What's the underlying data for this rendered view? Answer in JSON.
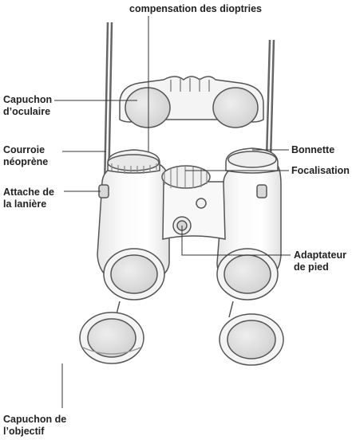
{
  "labels": {
    "top": "compensation des dioptries",
    "eyepiece_cap": "Capuchon\nd’oculaire",
    "neoprene_strap": "Courroie\nnéoprène",
    "strap_attachment": "Attache de\nla lanière",
    "eyecup": "Bonnette",
    "focus": "Focalisation",
    "tripod_adapter": "Adaptateur\nde pied",
    "objective_cap": "Capuchon de\nl’objectif"
  },
  "colors": {
    "text": "#222222",
    "line": "#333333",
    "outline": "#555555",
    "body_fill": "#f6f6f6",
    "lens_fill": "#dcdcdc",
    "shade": "#e9e9e9"
  }
}
